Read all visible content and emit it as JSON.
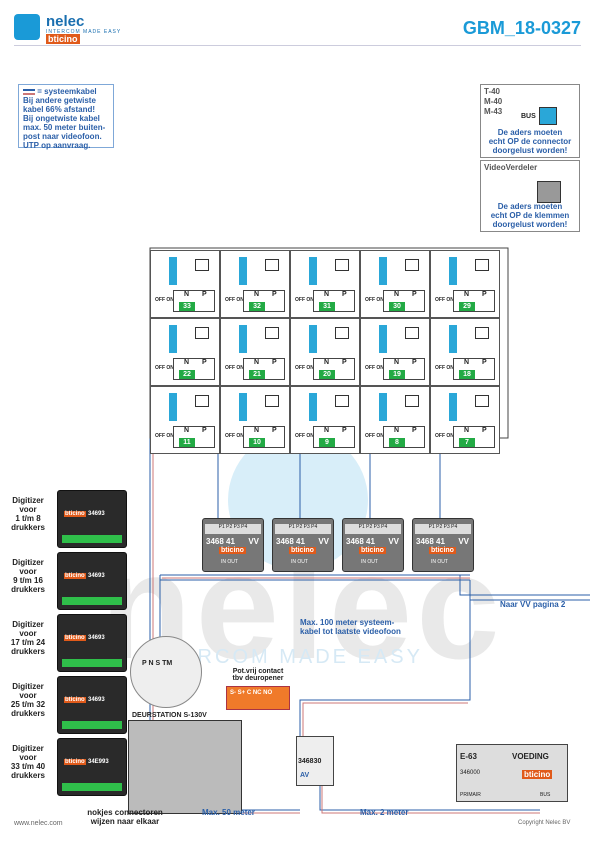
{
  "header": {
    "brand": "nelec",
    "brand_sub": "INTERCOM MADE EASY",
    "brand2": "bticino",
    "doc_id": "GBM_18-0327"
  },
  "note": {
    "heading": "= systeemkabel",
    "lines": [
      "Bij andere getwiste",
      "kabel 66% afstand!",
      "Bij ongetwiste kabel",
      "max. 50 meter buiten-",
      "post naar videofoon.",
      "UTP op aanvraag."
    ]
  },
  "info_t40": {
    "models": [
      "T-40",
      "M-40",
      "M-43"
    ],
    "bus_label": "BUS",
    "message": [
      "De aders moeten",
      "echt OP de connector",
      "doorgelust worden!"
    ]
  },
  "info_vv": {
    "title": "VideoVerdeler",
    "message": [
      "De aders moeten",
      "echt OP de klemmen",
      "doorgelust worden!"
    ]
  },
  "grid": {
    "np_n": "N",
    "np_p": "P",
    "offon": "OFF ON",
    "rows": [
      [
        "33",
        "32",
        "31",
        "30",
        "29"
      ],
      [
        "22",
        "21",
        "20",
        "19",
        "18"
      ],
      [
        "11",
        "10",
        "9",
        "8",
        "7"
      ]
    ]
  },
  "video_distributors": {
    "ports": "P1 P2 P3 P4",
    "code": "3468 41",
    "vv": "VV",
    "brand": "bticino",
    "in_out": "IN OUT",
    "count": 4
  },
  "digitizers": [
    {
      "label": [
        "Digitizer",
        "voor",
        "1 t/m 8",
        "drukkers"
      ],
      "code": "34693"
    },
    {
      "label": [
        "Digitizer",
        "voor",
        "9 t/m 16",
        "drukkers"
      ],
      "code": "34693"
    },
    {
      "label": [
        "Digitizer",
        "voor",
        "17 t/m 24",
        "drukkers"
      ],
      "code": "34693"
    },
    {
      "label": [
        "Digitizer",
        "voor",
        "25 t/m 32",
        "drukkers"
      ],
      "code": "34693"
    },
    {
      "label": [
        "Digitizer",
        "voor",
        "33 t/m 40",
        "drukkers"
      ],
      "code": "34E993"
    }
  ],
  "station": {
    "title": "DEURSTATION S-130V",
    "terminals": "P N S TM",
    "connector_note": [
      "nokjes connectoren",
      "wijzen naar elkaar"
    ]
  },
  "contact": {
    "label": [
      "Pot.vrij contact",
      "tbv deuropener"
    ],
    "pins": "S- S+ C NC NO"
  },
  "module_346830": {
    "code": "346830",
    "av": "AV"
  },
  "power": {
    "model": "E-63",
    "name": "VOEDING",
    "code": "346000",
    "brand": "bticino",
    "prim": "PRIMAIR",
    "bus": "BUS"
  },
  "annotations": {
    "max100": [
      "Max. 100 meter systeem-",
      "kabel tot laatste videofoon"
    ],
    "naar_vv": "Naar VV pagina 2",
    "max50": "Max. 50 meter",
    "max2": "Max. 2 meter",
    "website": "www.nelec.com",
    "copyright": "Copyright Nelec BV"
  },
  "watermark": {
    "word": "nelec",
    "tagline": "INTERCOM MADE EASY"
  },
  "colors": {
    "accent": "#1a9ad7",
    "bticino_orange": "#e05a1a",
    "bus_wire": "#2b5fa8",
    "green": "#22aa44"
  }
}
